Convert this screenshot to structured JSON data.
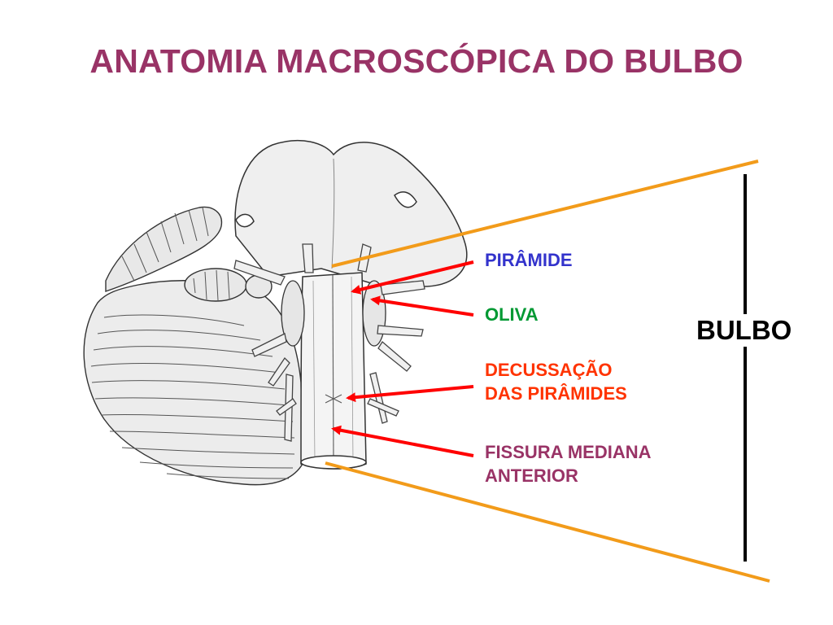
{
  "title": "ANATOMIA MACROSCÓPICA DO BULBO",
  "labels": {
    "piramide": "PIRÂMIDE",
    "oliva": "OLIVA",
    "decussacao_line1": "DECUSSAÇÃO",
    "decussacao_line2": "DAS PIRÂMIDES",
    "fissura_line1": "FISSURA MEDIANA",
    "fissura_line2": "ANTERIOR",
    "bulbo": "BULBO"
  },
  "colors": {
    "title": "#993366",
    "piramide": "#3333cc",
    "oliva": "#009933",
    "decussacao": "#ff3300",
    "fissura": "#993366",
    "bulbo": "#000000",
    "arrow": "#ff0000",
    "zoom_lines": "#f29b1a",
    "bracket": "#000000"
  }
}
